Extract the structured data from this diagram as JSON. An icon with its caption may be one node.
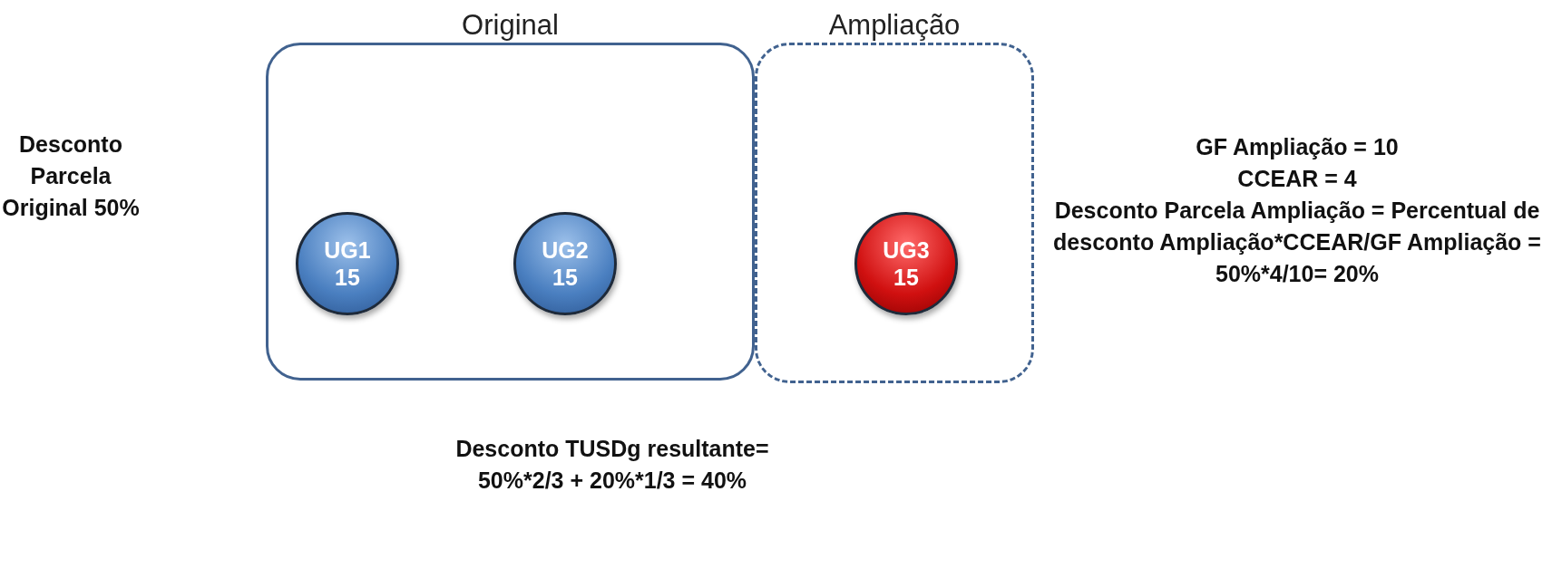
{
  "diagram": {
    "nodes": [
      {
        "text": [
          "Original"
        ]
      },
      {
        "text": [
          "UG1",
          "15"
        ],
        "in": 0
      },
      {
        "text": [
          "UG2",
          "15"
        ],
        "in": 0
      },
      {
        "text": [
          "Ampliação"
        ]
      },
      {
        "text": [
          "UG3",
          "15"
        ],
        "in": 3
      }
    ],
    "labels": [
      "Desconto Parcela Original 50%",
      "GF Ampliação = 10",
      "CCEAR = 4",
      "Desconto Parcela  Ampliação = Percentual de desconto Ampliação*CCEAR/GF Ampliação = 50%*4/10= 20%",
      "Desconto TUSDg resultante= 50%*2/3 + 20%*1/3 = 40%"
    ]
  }
}
